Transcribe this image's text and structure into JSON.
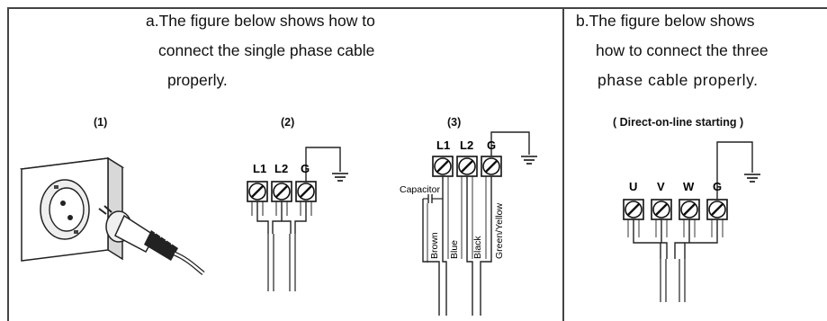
{
  "panel_a": {
    "heading_lines": [
      "a.The figure below shows how to",
      "connect the single phase cable",
      "properly."
    ],
    "labels": [
      "(1)",
      "(2)",
      "(3)"
    ],
    "terminals_2": [
      "L1",
      "L2",
      "G"
    ],
    "terminals_3": [
      "L1",
      "L2",
      "G"
    ],
    "capacitor_label": "Capacitor",
    "wire_labels": [
      "Brown",
      "Blue",
      "Black",
      "Green/Yellow"
    ]
  },
  "panel_b": {
    "heading_lines": [
      "b.The figure below shows",
      "how to connect the three",
      "phase cable properly."
    ],
    "sublabel": "( Direct-on-line starting )",
    "terminals": [
      "U",
      "V",
      "W",
      "G"
    ]
  }
}
